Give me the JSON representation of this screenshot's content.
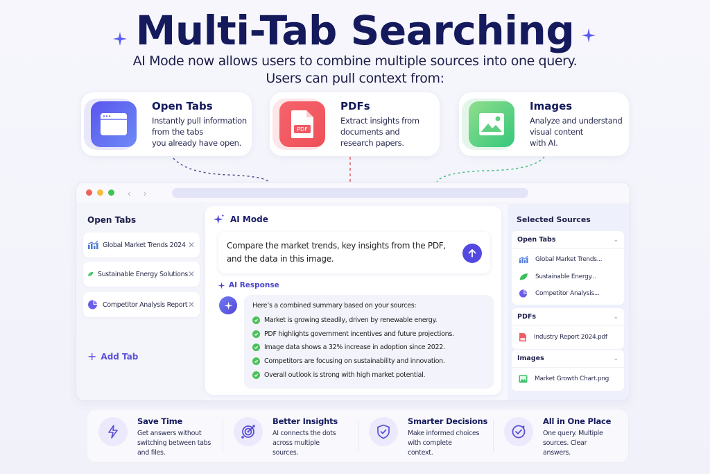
{
  "header": {
    "title": "Multi-Tab Searching",
    "subtitle_line1": "AI Mode now allows users to combine multiple sources into one query.",
    "subtitle_line2": "Users can pull context from:"
  },
  "feature_cards": [
    {
      "title": "Open Tabs",
      "line1": "Instantly pull information",
      "line2": "from the tabs",
      "line3": "you already have open.",
      "icon": "browser-window-icon",
      "color": "#5b6cf0"
    },
    {
      "title": "PDFs",
      "line1": "Extract insights from",
      "line2": "documents and",
      "line3": "research papers.",
      "icon": "pdf-file-icon",
      "color": "#f05a62",
      "badge": "PDF"
    },
    {
      "title": "Images",
      "line1": "Analyze and understand",
      "line2": "visual content",
      "line3": "with AI.",
      "icon": "image-icon",
      "color": "#3ccb7a"
    }
  ],
  "browser": {
    "left_panel": {
      "title": "Open Tabs",
      "tabs": [
        {
          "label": "Global Market Trends 2024",
          "icon": "chart-icon"
        },
        {
          "label": "Sustainable Energy Solutions",
          "icon": "leaf-icon"
        },
        {
          "label": "Competitor Analysis Report",
          "icon": "pie-chart-icon"
        }
      ],
      "add_tab_label": "Add Tab"
    },
    "ai_mode": {
      "title": "AI Mode",
      "prompt_line1": "Compare the market trends, key insights from the PDF,",
      "prompt_line2": "and the data in this image.",
      "response_title": "AI Response",
      "response_intro": "Here’s a combined summary based on your sources:",
      "bullets": [
        "Market is growing steadily, driven by renewable energy.",
        "PDF highlights government incentives and future projections.",
        "Image data shows a 32% increase in adoption since 2022.",
        "Competitors are focusing on sustainability and innovation.",
        "Overall outlook is strong with high market potential."
      ]
    },
    "selected_sources": {
      "title": "Selected Sources",
      "groups": [
        {
          "title": "Open Tabs",
          "items": [
            "Global Market Trends...",
            "Sustainable Energy...",
            "Competitor Analysis..."
          ]
        },
        {
          "title": "PDFs",
          "items": [
            "Industry Report 2024.pdf"
          ]
        },
        {
          "title": "Images",
          "items": [
            "Market Growth Chart.png"
          ]
        }
      ]
    }
  },
  "benefits": [
    {
      "title": "Save Time",
      "line1": "Get answers without",
      "line2": "switching between tabs",
      "line3": "and files.",
      "icon": "lightning-icon"
    },
    {
      "title": "Better Insights",
      "line1": "AI connects the dots",
      "line2": "across multiple",
      "line3": "sources.",
      "icon": "target-icon"
    },
    {
      "title": "Smarter Decisions",
      "line1": "Make informed choices",
      "line2": "with complete",
      "line3": "context.",
      "icon": "shield-check-icon"
    },
    {
      "title": "All in One Place",
      "line1": "One query. Multiple",
      "line2": "sources. Clear",
      "line3": "answers.",
      "icon": "check-circle-icon"
    }
  ],
  "colors": {
    "primary": "#5349e0",
    "title": "#141a5c",
    "green": "#4cc05a",
    "red": "#f05a62"
  }
}
